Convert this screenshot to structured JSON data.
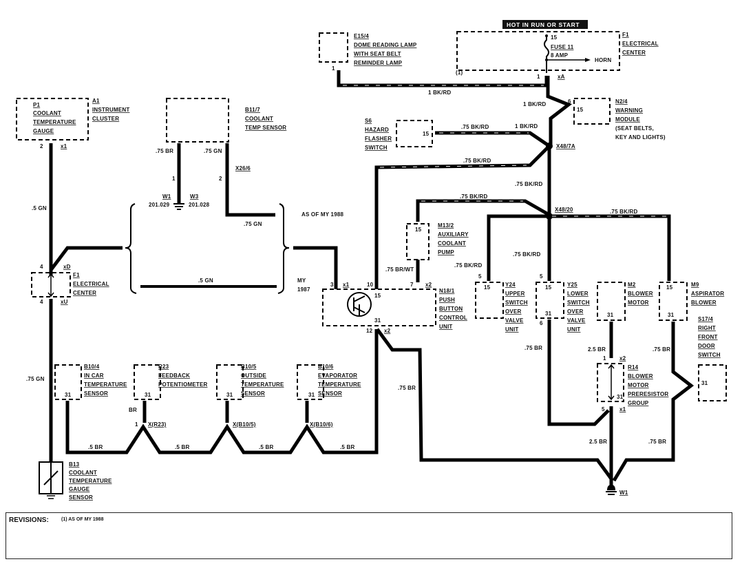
{
  "banner": "HOT IN RUN OR START",
  "components": {
    "e15_4": {
      "id": "E15/4",
      "lines": [
        "DOME READING LAMP",
        "WITH SEAT BELT",
        "REMINDER LAMP"
      ],
      "pin": "1"
    },
    "f1_top": {
      "id": "F1",
      "lines": [
        "ELECTRICAL",
        "CENTER"
      ],
      "fuse": "FUSE 11",
      "rating": "8 AMP",
      "pin_in": "15",
      "pin_out": "1",
      "connector": "xA",
      "horn": "HORN"
    },
    "a1": {
      "id": "A1",
      "lines": [
        "INSTRUMENT",
        "CLUSTER"
      ],
      "sub": [
        "P1",
        "COOLANT",
        "TEMPERATURE",
        "GAUGE"
      ],
      "pin": "2",
      "connector": "x1"
    },
    "b11_7": {
      "id": "B11/7",
      "lines": [
        "COOLANT",
        "TEMP SENSOR"
      ]
    },
    "n2_4": {
      "id": "N2/4",
      "lines": [
        "WARNING",
        "MODULE",
        "(SEAT BELTS,",
        "KEY AND LIGHTS)"
      ],
      "pin": "6",
      "inner": "15"
    },
    "s6": {
      "id": "S6",
      "lines": [
        "HAZARD",
        "FLASHER",
        "SWITCH"
      ],
      "inner": "15"
    },
    "m13_2": {
      "id": "M13/2",
      "lines": [
        "AUXILIARY",
        "COOLANT",
        "PUMP"
      ],
      "inner": "15"
    },
    "f1_mid": {
      "id": "F1",
      "lines": [
        "ELECTRICAL",
        "CENTER"
      ],
      "pin_top": "4",
      "pin_bottom": "4",
      "conn_top": "xD",
      "conn_bottom": "xU"
    },
    "n18_1": {
      "id": "N18/1",
      "lines": [
        "PUSH",
        "BUTTON",
        "CONTROL",
        "UNIT"
      ],
      "pins": {
        "p3": "3",
        "p10": "10",
        "p7": "7",
        "p12": "12",
        "in15": "15",
        "in31": "31"
      },
      "conns": {
        "x1": "x1",
        "x2": "x2",
        "x2b": "x2"
      }
    },
    "y24": {
      "id": "Y24",
      "lines": [
        "UPPER",
        "SWITCH",
        "OVER",
        "VALVE",
        "UNIT"
      ],
      "pin": "5",
      "inner": "15"
    },
    "y25": {
      "id": "Y25",
      "lines": [
        "LOWER",
        "SWITCH",
        "OVER",
        "VALVE",
        "UNIT"
      ],
      "pin_top": "5",
      "pin_bottom": "6",
      "inner_top": "15",
      "inner_bottom": "31"
    },
    "m2": {
      "id": "M2",
      "lines": [
        "BLOWER",
        "MOTOR"
      ],
      "inner": "31"
    },
    "m9": {
      "id": "M9",
      "lines": [
        "ASPIRATOR",
        "BLOWER"
      ],
      "inner_top": "15",
      "inner_bottom": "31"
    },
    "s17_4": {
      "id": "S17/4",
      "lines": [
        "RIGHT",
        "FRONT",
        "DOOR",
        "SWITCH"
      ],
      "inner": "31"
    },
    "r14": {
      "id": "R14",
      "lines": [
        "BLOWER",
        "MOTOR",
        "PRERESISTOR",
        "GROUP"
      ],
      "pin_top": "1",
      "pin_bottom": "5",
      "conn_top": "x2",
      "conn_bottom": "x1",
      "inner": "31"
    },
    "b10_4": {
      "id": "B10/4",
      "lines": [
        "IN CAR",
        "TEMPERATURE",
        "SENSOR"
      ],
      "inner": "31"
    },
    "r23": {
      "id": "R23",
      "lines": [
        "FEEDBACK",
        "POTENTIOMETER"
      ],
      "inner": "31",
      "pin": "1",
      "conn": "X(R23)"
    },
    "b10_5": {
      "id": "B10/5",
      "lines": [
        "OUTSIDE",
        "TEMPERATURE",
        "SENSOR"
      ],
      "inner": "31",
      "conn": "X(B10/5)"
    },
    "b10_6": {
      "id": "B10/6",
      "lines": [
        "EVAPORATOR",
        "TEMPERATURE",
        "SENSOR"
      ],
      "inner": "31",
      "conn": "X(B10/6)"
    },
    "b13": {
      "id": "B13",
      "lines": [
        "COOLANT",
        "TEMPERATURE",
        "GAUGE",
        "SENSOR"
      ]
    }
  },
  "splices": {
    "x48_7a": "X48/7A",
    "x48_20": "X48/20",
    "x26_6": "X26/6",
    "pin1": "1",
    "pin2": "2"
  },
  "grounds": {
    "w1": "W1",
    "w3": "W3",
    "w1_code": "201.029",
    "w3_code": "201.028",
    "w1_main": "W1"
  },
  "wires": {
    "dome": "1 BK/RD",
    "dome_note": "(1)",
    "fuse_to_n2": "1 BK/RD",
    "n2_to_node": "1 BK/RD",
    "s6": ".75 BK/RD",
    "loop_top": ".75 BK/RD",
    "x48_down": ".75 BK/RD",
    "m13_top": ".75 BK/RD",
    "x48_right": ".75 BK/RD",
    "y24": ".75 BK/RD",
    "y25": ".75 BK/RD",
    "m13_bottom": ".75 BR/WT",
    "a1_5gn": ".5 GN",
    "b11_br": ".75 BR",
    "b11_gn": ".75 GN",
    "b11_gn2": ".75 GN",
    "bracket_gn": ".5 GN",
    "b13_gn": ".75 GN",
    "r23_br": "BR",
    "b10_br1": ".5 BR",
    "b10_br2": ".5 BR",
    "b10_br3": ".5 BR",
    "b10_br4": ".5 BR",
    "n18_br": ".75 BR",
    "y25_br": ".75 BR",
    "m2_br": "2.5 BR",
    "m9_br": ".75 BR",
    "r14_br": "2.5 BR",
    "s17_br": ".75 BR"
  },
  "notes": {
    "as_of_1988": "AS OF MY 1988",
    "my": "MY",
    "my_year": "1987"
  },
  "revisions": {
    "title": "REVISIONS:",
    "note": "(1) AS OF MY 1988"
  }
}
